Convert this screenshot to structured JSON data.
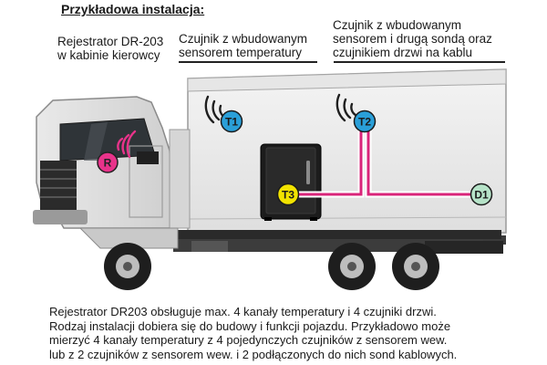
{
  "heading": "Przykładowa instalacja:",
  "labels": {
    "recorder": [
      "Rejestrator DR-203",
      "w kabinie kierowcy"
    ],
    "sensor_t1": [
      "Czujnik z wbudowanym",
      "sensorem temperatury"
    ],
    "sensor_t2": [
      "Czujnik z wbudowanym",
      "sensorem i drugą sondą oraz",
      "czujnikiem drzwi na kablu"
    ]
  },
  "badges": {
    "recorder": "R",
    "t1": "T1",
    "t2": "T2",
    "t3": "T3",
    "d1": "D1"
  },
  "description": [
    "Rejestrator DR203 obsługuje max. 4 kanały temperatury i 4 czujniki drzwi.",
    "Rodzaj instalacji dobiera się do budowy i funkcji pojazdu. Przykładowo może",
    "mierzyć 4 kanały temperatury z 4 pojedynczych czujników z sensorem wew.",
    "lub z 2 czujników z sensorem wew. i 2 podłączonych do nich sond kablowych."
  ],
  "colors": {
    "sensor_blue": "#2a9fd8",
    "recorder_pink": "#e8338a",
    "probe_yellow": "#f2e300",
    "door_green": "#b6e3c8",
    "cable_pink": "#d9247a"
  }
}
